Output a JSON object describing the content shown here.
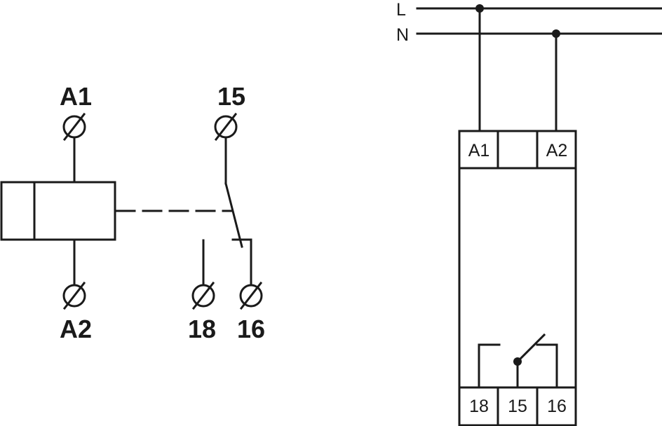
{
  "colors": {
    "ink": "#1a1a1a",
    "background": "#ffffff"
  },
  "schematic": {
    "coil_top_terminal": "A1",
    "coil_bottom_terminal": "A2",
    "contact_common_terminal": "15",
    "contact_nc_terminal": "18",
    "contact_no_terminal": "16",
    "terminal_icon": "circle-slash-terminal-icon"
  },
  "wiring": {
    "line_label": "L",
    "neutral_label": "N",
    "module_top_terminals": [
      "A1",
      "",
      "A2"
    ],
    "module_bottom_terminals": [
      "18",
      "15",
      "16"
    ]
  }
}
